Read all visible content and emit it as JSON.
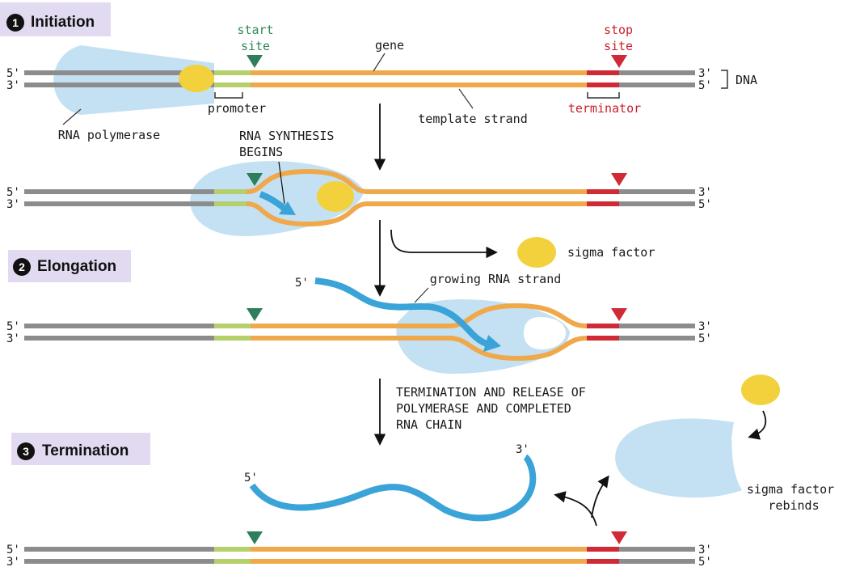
{
  "stages": [
    {
      "number": "1",
      "title": "Initiation"
    },
    {
      "number": "2",
      "title": "Elongation"
    },
    {
      "number": "3",
      "title": "Termination"
    }
  ],
  "labels": {
    "start_site": [
      "start",
      "site"
    ],
    "stop_site": [
      "stop",
      "site"
    ],
    "gene": "gene",
    "dna": "DNA",
    "promoter": "promoter",
    "terminator": "terminator",
    "template_strand": "template strand",
    "rna_polymerase": "RNA polymerase",
    "rna_synthesis_begins": [
      "RNA SYNTHESIS",
      "BEGINS"
    ],
    "sigma_factor": "sigma factor",
    "growing_rna_strand": "growing RNA strand",
    "termination_release": [
      "TERMINATION AND RELEASE OF",
      "POLYMERASE AND COMPLETED",
      "RNA CHAIN"
    ],
    "sigma_factor_rebinds": [
      "sigma factor",
      "rebinds"
    ],
    "five_prime": "5'",
    "three_prime": "3'"
  },
  "colors": {
    "dna_strand": "#8c8c8c",
    "gene_region": "#f0a94a",
    "promoter_region": "#b5cf6b",
    "terminator_region": "#cf2a35",
    "start_marker": "#2e7d5b",
    "stop_marker": "#cf2a35",
    "rna_polymerase": "#c3e1f2",
    "sigma_factor": "#f2d13c",
    "rna_chain": "#3aa3d8",
    "stage_label_bg": "#e2daf0"
  }
}
